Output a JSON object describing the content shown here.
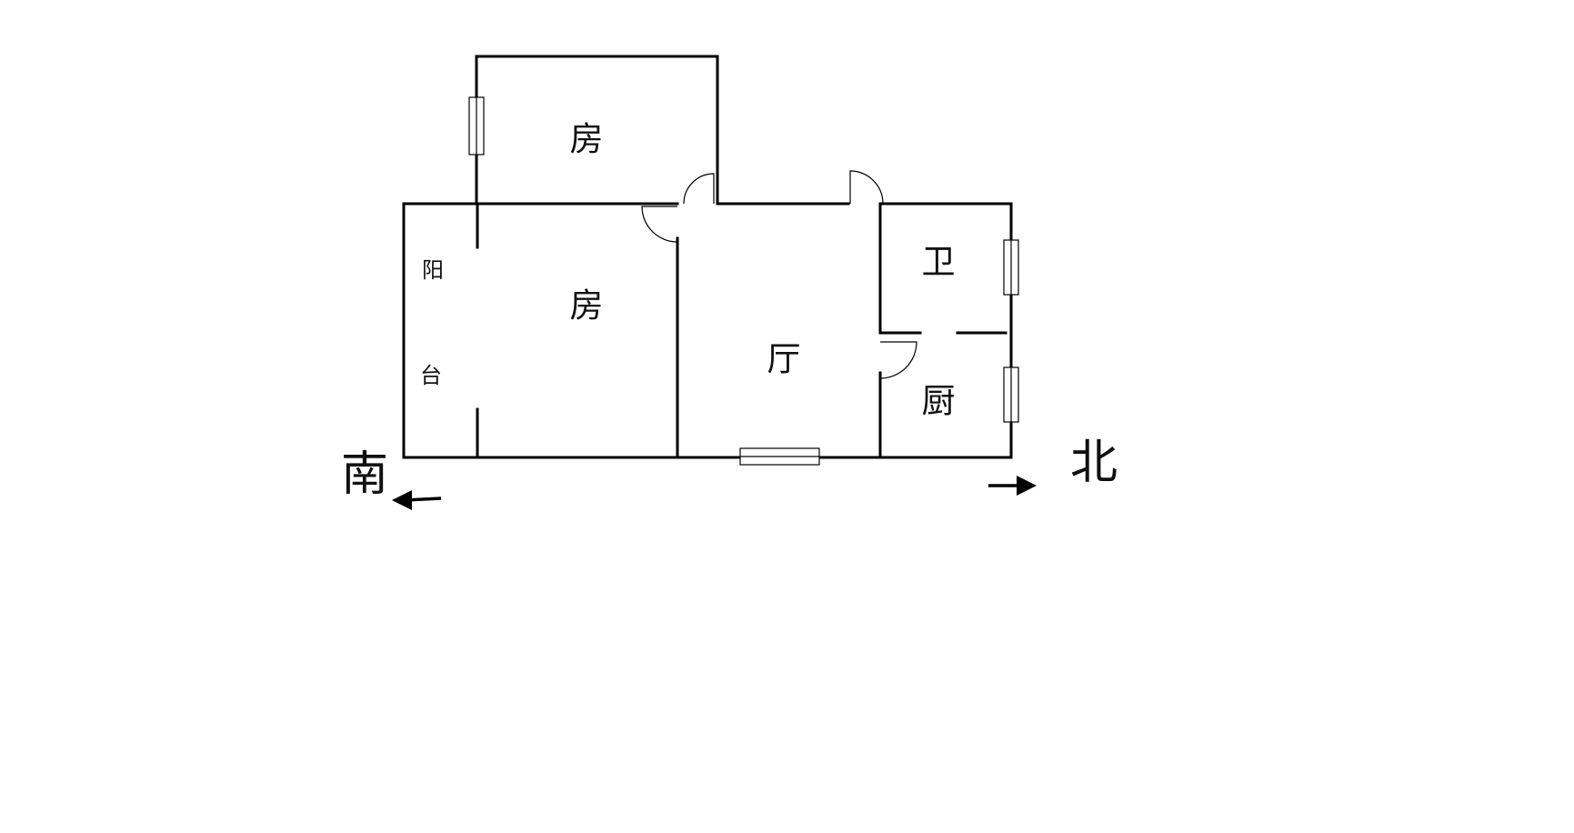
{
  "rooms": {
    "bedroom_top": "房",
    "bedroom_main": "房",
    "living": "厅",
    "bathroom": "卫",
    "kitchen": "厨"
  },
  "balcony": {
    "char1": "阳",
    "char2": "台"
  },
  "compass": {
    "south": "南",
    "north": "北"
  }
}
